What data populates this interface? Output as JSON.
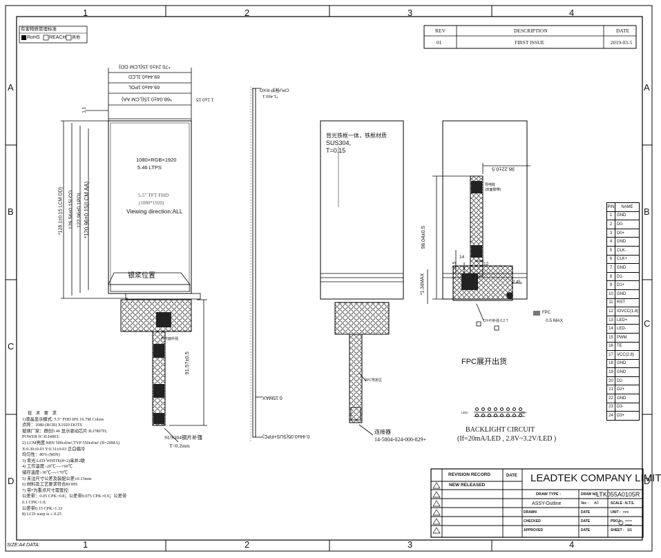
{
  "frame": {
    "col_labels": [
      "1",
      "2",
      "3",
      "4"
    ],
    "row_labels": [
      "A",
      "B",
      "C",
      "D"
    ],
    "size_note": "SIZE:A4 DATA:"
  },
  "compliance": {
    "title": "有害物质管理标准",
    "rohs": "RoHS",
    "reach": "REACH",
    "other": "其他"
  },
  "revision_table": {
    "headers": [
      "REV",
      "DESCRIPTION",
      "DATE"
    ],
    "row": [
      "01",
      "FIRST ISSUE",
      "2019-03-5"
    ]
  },
  "front_view": {
    "dim_outline_width": "*70.24±0.15(LCM OD)",
    "dim_lcd_width": "69.44±0.1LCD",
    "dim_pol_width": "69.44±0.1POL",
    "dim_aa_width": "*68.04±0.15(LCM AA)",
    "dim_top_margin": "1.1±0.15",
    "dim_top_small": "1.1",
    "dim_od_height": "*128.1±0.15 LCM OD)",
    "dim_lcd_height": "126.56±0.15LCD",
    "dim_pol_height": "122.96±0.1POL",
    "dim_aa_height": "*120.96±0.15(LCM AA)",
    "resolution": "1080×RGB×1920",
    "tech": "5.46 LTPS",
    "size": "5.5\" TFT FHD",
    "res_paren": "(1080*1920)",
    "viewing": "Viewing direction:ALL",
    "silver": "银浆位置",
    "fpc_length": "91.57±0.5",
    "stiffener_label": "SUS304钢片补强",
    "stiffener_t": "T=0.2mm",
    "small_note": "元件面补强"
  },
  "side_view": {
    "dim_top": "CPU保护 RXO",
    "dim_top2": "*1.4±0.1",
    "dim_bottom1": "0.15MAX",
    "dim_bottom2": "0.44±0.05(SUS+FPC)"
  },
  "back_view": {
    "material_line1": "背光铁框一体，铁框材质",
    "material_line2": "SUS304,",
    "material_line3": "T=0.15",
    "connector_label": "连接器",
    "connector_pn": "14-5804-024-000-829+",
    "conn_small": "FPC弯折区"
  },
  "fpc_view": {
    "dim_width": "38.22±0.5",
    "dim_height": "98.04±0.5",
    "dim_max": "*1.34MAX",
    "dim_9": "9.5",
    "dim_14": "14",
    "dim_12": "12",
    "dim_2": "2.45",
    "fpc_note": "FPC",
    "fpc_max": "0.5 MAX",
    "title": "FPC展开出货",
    "comp_note1": "导电胶",
    "comp_note2": "(双面胶带)",
    "spec_note": "DY-PI补强 0.2 T"
  },
  "backlight": {
    "title": "BACKLIGHT CIRCUIT",
    "spec": "(If=20mA/LED , 2.8V~3.2V/LED )",
    "led_minus": "LED-",
    "led_plus": "LED+"
  },
  "pin_table": {
    "header": [
      "PIN",
      "NAME"
    ],
    "rows": [
      [
        "1",
        "GND"
      ],
      [
        "2",
        "D0-"
      ],
      [
        "3",
        "D0+"
      ],
      [
        "4",
        "GND"
      ],
      [
        "5",
        "CLK-"
      ],
      [
        "6",
        "CLK+"
      ],
      [
        "7",
        "GND"
      ],
      [
        "8",
        "D1-"
      ],
      [
        "9",
        "D1+"
      ],
      [
        "10",
        "GND"
      ],
      [
        "11",
        "RST"
      ],
      [
        "12",
        "IOVCC(1.8)"
      ],
      [
        "13",
        "LED+"
      ],
      [
        "14",
        "LED-"
      ],
      [
        "15",
        "PWM"
      ],
      [
        "16",
        "TE"
      ],
      [
        "17",
        "VCC(2.8)"
      ],
      [
        "18",
        "GND"
      ],
      [
        "19",
        "GND"
      ],
      [
        "20",
        "D2-"
      ],
      [
        "21",
        "D2+"
      ],
      [
        "22",
        "GND"
      ],
      [
        "23",
        "D3-"
      ],
      [
        "24",
        "D3+"
      ]
    ]
  },
  "notes": {
    "title": "技 术 要 求",
    "lines": [
      "1)液晶显示模式: 5.5\" FHD IPS 16.7M Colors",
      "  点阵：1080 (RGB) X1920 DOTS",
      "  玻璃厂家：群创5.46 显示驱动芯片:ILI7807D;",
      "  POWER IC:ILI4003;",
      "2) LCM亮度:MIN 500cd/m²,TYP 550cd/m² (If=20MA)",
      "  X:0.30±0.03  Y:0.31±0.03 正白偏冷",
      "  均匀性：80% (MIN)",
      "3) 背光:LED WHITE(8×2)串并2联",
      "4) 工作温度:-20℃----+60℃",
      "  储存温度:-30℃----+70℃",
      "5) 未注尺寸公差及装配公差±0.15mm",
      "6) 材料及工艺要求符合ROHS",
      "7) 带*为重点尺寸需管控:",
      "公差带：0.05 CPK>0.8；公差带0.075 CPK>0.9；公差带",
      "0.1 CPK>1.0;",
      "公差带0.15 CPK>1.33",
      "8) LCD warp is ≤ 0.25"
    ]
  },
  "title_block": {
    "revision_record": "REVISION RECORD",
    "date": "DATE",
    "new_released": "NEW RELEASED",
    "company": "LEADTEK COMPANY LIMITED",
    "draw_type_label": "DRAW TYPE :",
    "draw_type": "ASSY-Outline",
    "draw_no_label": "DRAW NO. :",
    "draw_no": "LTK055A0105R",
    "ver_label": "Ver. :",
    "ver": "A0",
    "scale_label": "SCALE :",
    "scale": "N.T.S.",
    "unit_label": "UNIT :",
    "unit": "mm",
    "proj_label": "PROJ:",
    "sheet_label": "SHEET :",
    "sheet": "1/1",
    "drawn": "DRAWN",
    "checked": "CHECKED",
    "approved": "APPROVED",
    "date_short": "DATE"
  }
}
